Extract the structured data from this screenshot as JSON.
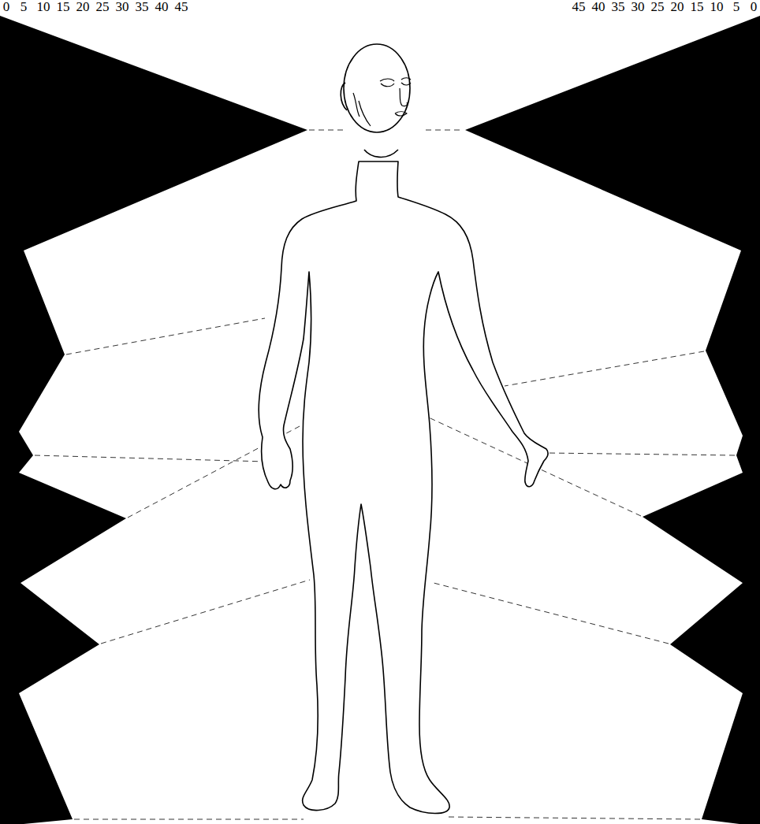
{
  "diagram": {
    "labels": [
      "0",
      "5",
      "10",
      "15",
      "20",
      "25",
      "30",
      "35",
      "40",
      "45",
      "45",
      "40",
      "35",
      "30",
      "25",
      "20",
      "15",
      "10",
      "5",
      "0"
    ]
  }
}
